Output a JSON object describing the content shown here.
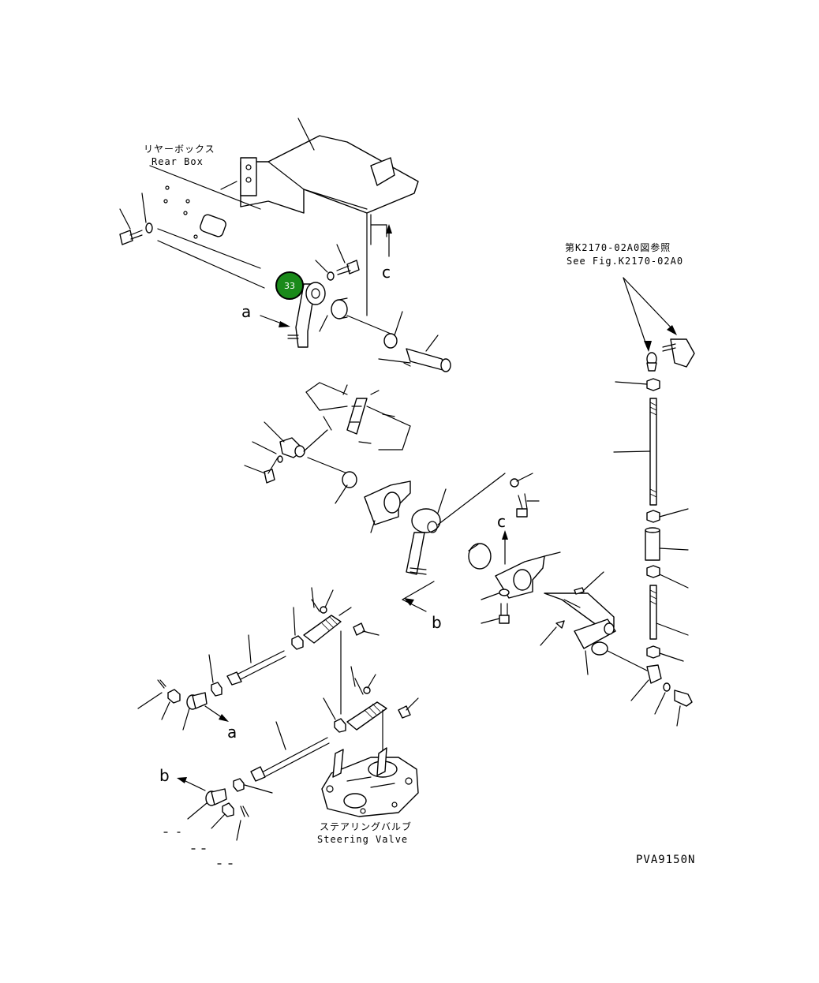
{
  "labels": {
    "rear_box_jp": "リヤーボックス",
    "rear_box_en": "Rear Box",
    "see_fig_jp": "第K2170-02A0図参照",
    "see_fig_en": "See Fig.K2170-02A0",
    "steering_valve_jp": "ステアリングバルブ",
    "steering_valve_en": "Steering Valve",
    "drawing_id": "PVA9150N"
  },
  "view_markers": {
    "a_top": "a",
    "a_bottom": "a",
    "b_mid": "b",
    "b_bottom": "b",
    "c_top": "c",
    "c_mid": "c"
  },
  "callout": {
    "number": "33",
    "color": "#1a8a1a"
  }
}
